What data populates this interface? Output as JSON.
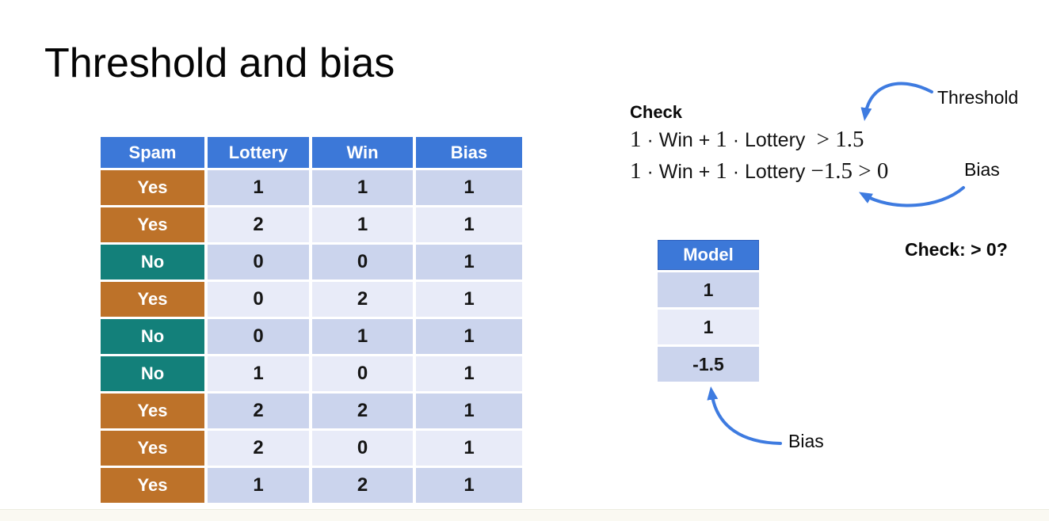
{
  "title": "Threshold and bias",
  "table": {
    "headers": [
      "Spam",
      "Lottery",
      "Win",
      "Bias"
    ],
    "rows": [
      [
        "Yes",
        "1",
        "1",
        "1"
      ],
      [
        "Yes",
        "2",
        "1",
        "1"
      ],
      [
        "No",
        "0",
        "0",
        "1"
      ],
      [
        "Yes",
        "0",
        "2",
        "1"
      ],
      [
        "No",
        "0",
        "1",
        "1"
      ],
      [
        "No",
        "1",
        "0",
        "1"
      ],
      [
        "Yes",
        "2",
        "2",
        "1"
      ],
      [
        "Yes",
        "2",
        "0",
        "1"
      ],
      [
        "Yes",
        "1",
        "2",
        "1"
      ]
    ]
  },
  "check": {
    "label": "Check",
    "equations": [
      {
        "segments": [
          {
            "text": "1",
            "font": "serif"
          },
          {
            "text": " · Win + ",
            "font": "sans"
          },
          {
            "text": "1",
            "font": "serif"
          },
          {
            "text": " · Lottery ",
            "font": "sans"
          },
          {
            "text": " > 1.5",
            "font": "serif"
          }
        ]
      },
      {
        "segments": [
          {
            "text": "1",
            "font": "serif"
          },
          {
            "text": " · Win + ",
            "font": "sans"
          },
          {
            "text": "1",
            "font": "serif"
          },
          {
            "text": " · Lottery ",
            "font": "sans"
          },
          {
            "text": "−1.5 > 0",
            "font": "serif"
          }
        ]
      }
    ]
  },
  "model_table": {
    "header": "Model",
    "rows": [
      "1",
      "1",
      "-1.5"
    ]
  },
  "annotations": {
    "threshold_label": "Threshold",
    "bias_equation_label": "Bias",
    "check_question": "Check: > 0?",
    "bias_model_label": "Bias"
  },
  "colors": {
    "header_blue": "#3C78D8",
    "spam_yes_orange": "#BD7229",
    "spam_no_teal": "#13807A",
    "row_dark": "#CBD4ED",
    "row_light": "#E8EBF8",
    "arrow_blue": "#3E7BE0"
  }
}
